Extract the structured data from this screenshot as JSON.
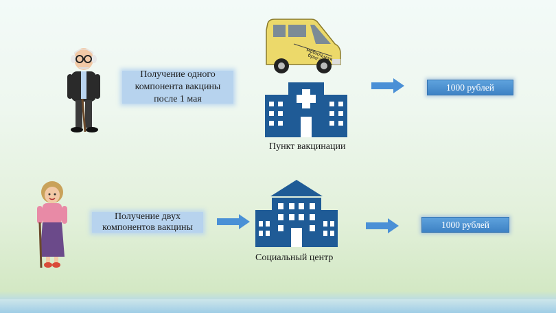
{
  "rows": [
    {
      "description_line1": "Получение одного",
      "description_line2": "компонента вакцины",
      "description_line3": "после 1 мая",
      "place": "Пункт вакцинации",
      "price": "1000 рублей",
      "person_icon": "elderly-man-icon",
      "place_icon": "vaccination-point-building-icon",
      "vehicle_icon": "mobile-brigade-van-icon"
    },
    {
      "description_line1": "Получение двух",
      "description_line2": "компонентов вакцины",
      "place": "Социальный центр",
      "price": "1000 рублей",
      "person_icon": "elderly-woman-icon",
      "place_icon": "social-center-building-icon"
    }
  ],
  "colors": {
    "label_bg": "#b7d3ee",
    "price_bg": "#4a8fd0",
    "icon_blue": "#1f5b96",
    "arrow": "#4a90d6"
  }
}
